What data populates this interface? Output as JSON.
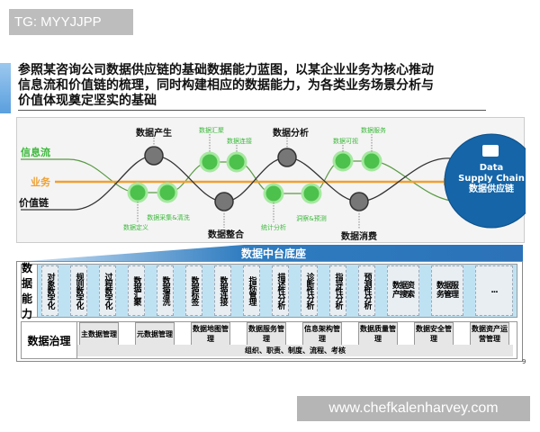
{
  "tag": "TG: MYYJJPP",
  "title_lines": [
    "参照某咨询公司数据供应链的基础数据能力蓝图，以某企业业务为核心推动",
    "信息流和价值链的梳理，同时构建相应的数据能力，为各类业务场景分析与",
    "价值体现奠定坚实的基础"
  ],
  "diagram": {
    "flows": {
      "info": "信息流",
      "business": "业务",
      "value": "价值链"
    },
    "stages": {
      "generate": "数据产生",
      "integrate": "数据整合",
      "analyze": "数据分析",
      "consume": "数据消费"
    },
    "steps": {
      "define": "数据定义",
      "collect": "数据采集&清洗",
      "gather": "数据汇聚",
      "connect": "数据连接",
      "stats": "统计分析",
      "insight": "洞察&预测",
      "visual": "数据可视",
      "service": "数据服务"
    },
    "hub": {
      "line1": "Data",
      "line2": "Supply Chain",
      "line3": "数据供应链"
    },
    "colors": {
      "green": "#3cb83c",
      "orange": "#f0a030",
      "hub": "#1565a8"
    }
  },
  "base": {
    "banner": "数据中台底座",
    "capability_label": "数据能力",
    "capabilities": [
      "对象数字化",
      "规则数字化",
      "过程数字化",
      "数据汇聚",
      "数据清洗",
      "数据标签",
      "数据连接",
      "指标管理",
      "描述性分析",
      "诊断性分析",
      "指导性分析",
      "预测性分析",
      "数据资产搜索",
      "数据服务管理",
      "..."
    ],
    "governance_label": "数据治理",
    "governance": [
      "主数据管理",
      "元数据管理",
      "数据地图管理",
      "数据服务管理",
      "信息架构管理",
      "数据质量管理",
      "数据安全管理",
      "数据资产运营管理"
    ],
    "governance_bar": "组织、职责、制度、流程、考核"
  },
  "page_number": "9",
  "watermark": "www.chefkalenharvey.com"
}
